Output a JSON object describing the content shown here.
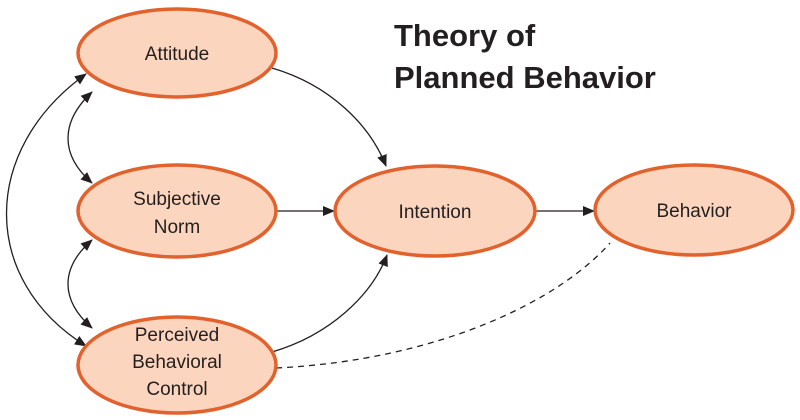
{
  "title": {
    "line1": "Theory of",
    "line2": "Planned Behavior"
  },
  "nodes": {
    "attitude": {
      "label_lines": [
        "Attitude"
      ]
    },
    "subjective_norm": {
      "label_lines": [
        "Subjective",
        "Norm"
      ]
    },
    "perceived_behavioral_control": {
      "label_lines": [
        "Perceived",
        "Behavioral",
        "Control"
      ]
    },
    "intention": {
      "label_lines": [
        "Intention"
      ]
    },
    "behavior": {
      "label_lines": [
        "Behavior"
      ]
    }
  },
  "edges": [
    {
      "from": "attitude",
      "to": "intention",
      "style": "solid",
      "arrow": "end"
    },
    {
      "from": "subjective_norm",
      "to": "intention",
      "style": "solid",
      "arrow": "end"
    },
    {
      "from": "perceived_behavioral_control",
      "to": "intention",
      "style": "solid",
      "arrow": "end"
    },
    {
      "from": "intention",
      "to": "behavior",
      "style": "solid",
      "arrow": "end"
    },
    {
      "from": "perceived_behavioral_control",
      "to": "behavior",
      "style": "dashed",
      "arrow": "none"
    },
    {
      "from": "attitude",
      "to": "subjective_norm",
      "style": "solid",
      "arrow": "both"
    },
    {
      "from": "subjective_norm",
      "to": "perceived_behavioral_control",
      "style": "solid",
      "arrow": "both"
    },
    {
      "from": "attitude",
      "to": "perceived_behavioral_control",
      "style": "solid",
      "arrow": "both"
    }
  ],
  "colors": {
    "node_fill": "#fbd5bd",
    "node_stroke": "#e2622e",
    "text": "#231f20",
    "edge": "#231f20"
  }
}
